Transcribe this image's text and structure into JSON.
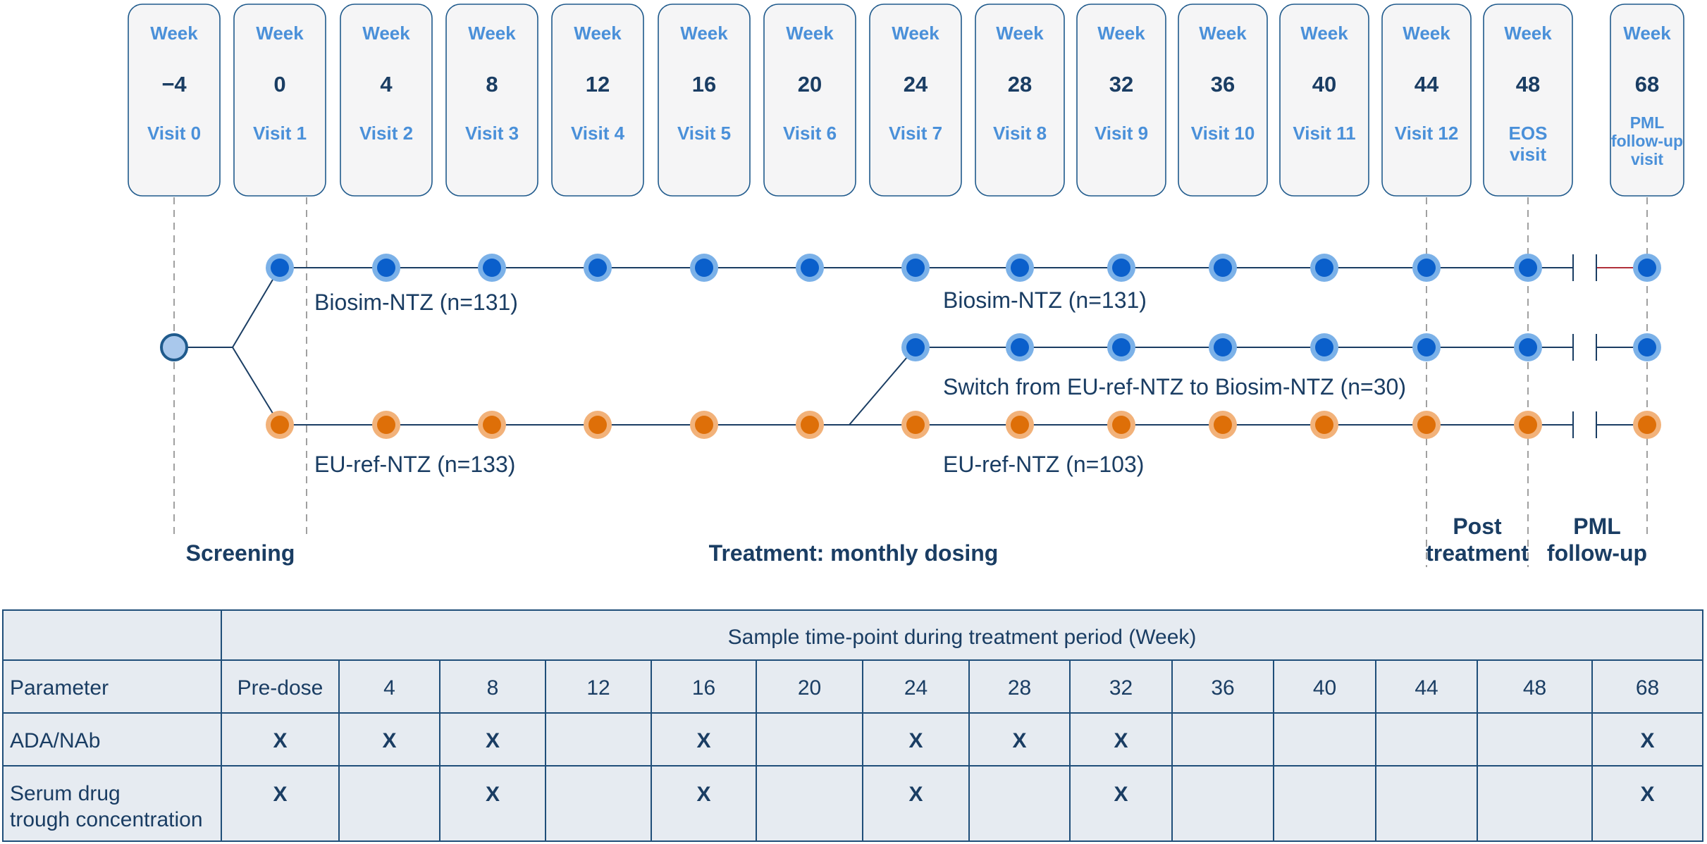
{
  "colors": {
    "box_fill": "#F5F5F6",
    "box_border": "#1F5A8C",
    "week_blue": "#4A90D9",
    "dark_navy": "#1A3D63",
    "line": "#1A3D63",
    "blue_dot": "#0A5FCB",
    "blue_ring": "#7BB1E8",
    "orange_dot": "#DE6F08",
    "orange_ring": "#F2B27A",
    "start_dot": "#A9C8EC",
    "dash": "#A0A0A0",
    "table_fill": "#E6EBF1",
    "table_border": "#1F4E79",
    "table_text": "#1A3D63",
    "break_red": "#B0303A"
  },
  "timeline": {
    "week_label": "Week",
    "columns": [
      {
        "week": "−4",
        "visit": "Visit 0"
      },
      {
        "week": "0",
        "visit": "Visit 1"
      },
      {
        "week": "4",
        "visit": "Visit 2"
      },
      {
        "week": "8",
        "visit": "Visit 3"
      },
      {
        "week": "12",
        "visit": "Visit 4"
      },
      {
        "week": "16",
        "visit": "Visit 5"
      },
      {
        "week": "20",
        "visit": "Visit 6"
      },
      {
        "week": "24",
        "visit": "Visit 7"
      },
      {
        "week": "28",
        "visit": "Visit 8"
      },
      {
        "week": "32",
        "visit": "Visit 9"
      },
      {
        "week": "36",
        "visit": "Visit 10"
      },
      {
        "week": "40",
        "visit": "Visit 11"
      },
      {
        "week": "44",
        "visit": "Visit 12"
      },
      {
        "week": "48",
        "visit": "EOS\nvisit"
      },
      {
        "week": "68",
        "visit": "PML\nfollow-up\nvisit"
      }
    ],
    "arm_labels": {
      "biosim_early": "Biosim-NTZ (n=131)",
      "biosim_late": "Biosim-NTZ (n=131)",
      "switch": "Switch from EU-ref-NTZ to Biosim-NTZ (n=30)",
      "euref_early": "EU-ref-NTZ (n=133)",
      "euref_late": "EU-ref-NTZ (n=103)"
    },
    "phases": {
      "screening": "Screening",
      "treatment": "Treatment: monthly dosing",
      "post": "Post\ntreatment",
      "pml": "PML\nfollow-up"
    }
  },
  "table": {
    "title": "Sample time-point during treatment period (Week)",
    "header": [
      "Parameter",
      "Pre-dose",
      "4",
      "8",
      "12",
      "16",
      "20",
      "24",
      "28",
      "32",
      "36",
      "40",
      "44",
      "48",
      "68"
    ],
    "rows": [
      {
        "label": "ADA/NAb",
        "marks": [
          "X",
          "X",
          "X",
          "",
          "X",
          "",
          "X",
          "X",
          "X",
          "",
          "",
          "",
          "",
          "X"
        ]
      },
      {
        "label": "Serum drug\ntrough concentration",
        "marks": [
          "X",
          "",
          "X",
          "",
          "X",
          "",
          "X",
          "",
          "X",
          "",
          "",
          "",
          "",
          "X"
        ]
      }
    ]
  }
}
